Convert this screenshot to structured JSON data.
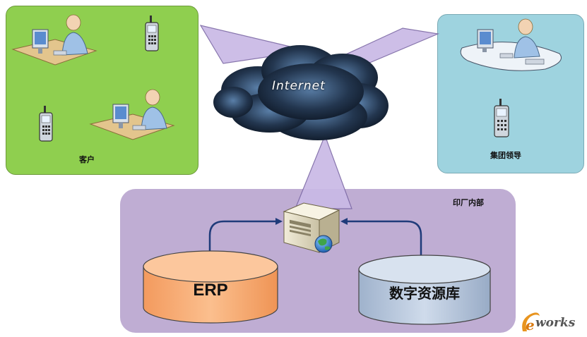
{
  "diagram": {
    "cloud_label": "Internet",
    "customer_label": "客户",
    "group_label": "集团领导",
    "factory_label": "印厂内部",
    "erp_label": "ERP",
    "repository_label": "数字资源库",
    "logo_letter": "e",
    "logo_text": "works"
  },
  "colors": {
    "customer_panel": "#8fcf4f",
    "group_panel": "#9ed3df",
    "factory_panel": "#bfadd3",
    "erp_cylinder": "#f8b07b",
    "repository_cylinder": "#b8c8de",
    "arrow_fill": "#c9b9e6",
    "connector": "#1f3b7a"
  }
}
